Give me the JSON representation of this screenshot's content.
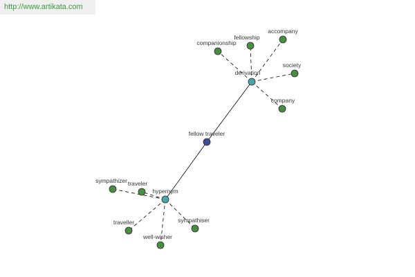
{
  "header": {
    "url": "http://www.artikata.com"
  },
  "colors": {
    "root": "#3e4f95",
    "hub": "#4aa6a6",
    "leaf": "#4a8c44",
    "url_text": "#3f9a3f"
  },
  "graph": {
    "root": {
      "id": "fellow-traveler",
      "label": "fellow traveler"
    },
    "hubs": [
      {
        "id": "derivation",
        "label": "derivation",
        "leaves": [
          {
            "id": "companionship",
            "label": "companionship"
          },
          {
            "id": "fellowship",
            "label": "fellowship"
          },
          {
            "id": "accompany",
            "label": "accompany"
          },
          {
            "id": "society",
            "label": "society"
          },
          {
            "id": "company",
            "label": "company"
          }
        ]
      },
      {
        "id": "hypernym",
        "label": "hypernym",
        "leaves": [
          {
            "id": "sympathizer",
            "label": "sympathizer"
          },
          {
            "id": "traveler",
            "label": "traveler"
          },
          {
            "id": "traveller",
            "label": "traveller"
          },
          {
            "id": "well-wisher",
            "label": "well-wisher"
          },
          {
            "id": "sympathiser",
            "label": "sympathiser"
          }
        ]
      }
    ]
  }
}
